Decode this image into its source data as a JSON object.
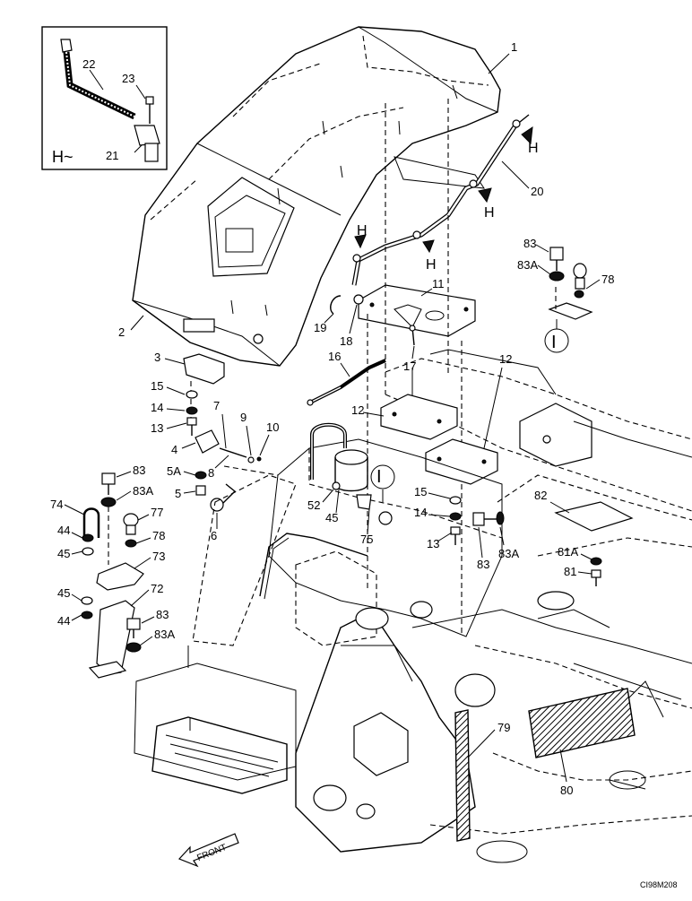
{
  "drawing_code": "CI98M208",
  "front_label": "FRONT",
  "inset": {
    "marker": "H~",
    "detail_letter": "H"
  },
  "view_marker": "I",
  "callouts": {
    "c1": "1",
    "c2": "2",
    "c3": "3",
    "c4": "4",
    "c5": "5",
    "c5a": "5A",
    "c6": "6",
    "c7": "7",
    "c8": "8",
    "c9": "9",
    "c10": "10",
    "c11": "11",
    "c12a": "12",
    "c12b": "12",
    "c13a": "13",
    "c13b": "13",
    "c14a": "14",
    "c14b": "14",
    "c15a": "15",
    "c15b": "15",
    "c16": "16",
    "c17": "17",
    "c18": "18",
    "c19": "19",
    "c20": "20",
    "c21": "21",
    "c22": "22",
    "c23": "23",
    "c44a": "44",
    "c44b": "44",
    "c45a": "45",
    "c45b": "45",
    "c45c": "45",
    "c52": "52",
    "c72": "72",
    "c73": "73",
    "c74": "74",
    "c75": "75",
    "c77": "77",
    "c78a": "78",
    "c78b": "78",
    "c79": "79",
    "c80": "80",
    "c81": "81",
    "c81a": "81A",
    "c82": "82",
    "c83a": "83",
    "c83b": "83",
    "c83c": "83",
    "c83d": "83",
    "c83aa": "83A",
    "c83ab": "83A",
    "c83ac": "83A",
    "c83ad": "83A"
  }
}
